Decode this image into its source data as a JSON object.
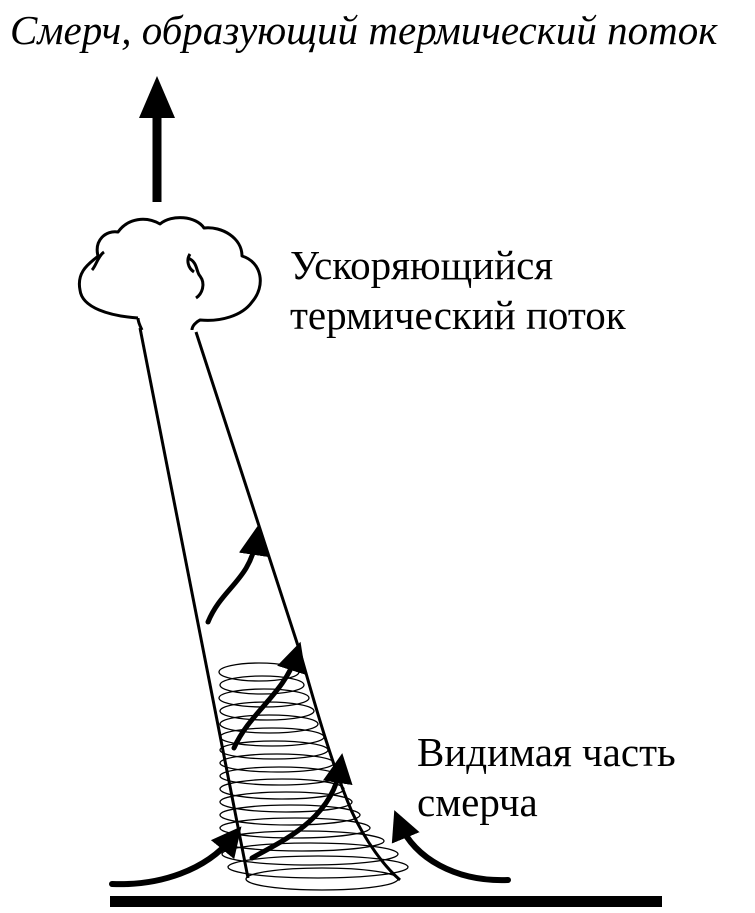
{
  "title": "Смерч, образующий термический поток",
  "labels": {
    "thermal": [
      "Ускоряющийся",
      "термический поток"
    ],
    "visible": [
      "Видимая часть",
      "смерча"
    ]
  },
  "colors": {
    "ink": "#000000",
    "background": "#ffffff"
  }
}
